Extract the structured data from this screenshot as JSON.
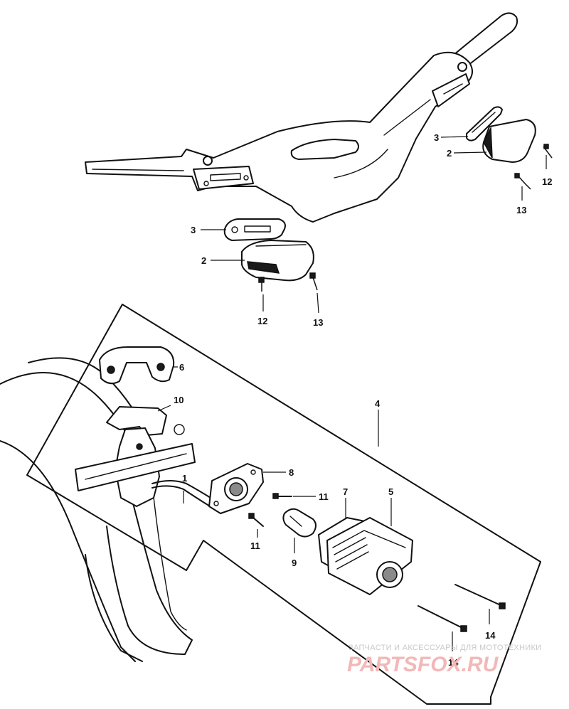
{
  "callouts": {
    "c1": "1",
    "c2a": "2",
    "c2b": "2",
    "c3a": "3",
    "c3b": "3",
    "c4": "4",
    "c5": "5",
    "c6": "6",
    "c7": "7",
    "c8": "8",
    "c9": "9",
    "c10": "10",
    "c11a": "11",
    "c11b": "11",
    "c12a": "12",
    "c12b": "12",
    "c13a": "13",
    "c13b": "13",
    "c14a": "14",
    "c14b": "14"
  },
  "watermark": {
    "tagline": "ЗАПЧАСТИ И АКСЕССУАРЫ ДЛЯ МОТОТЕХНИКИ",
    "brand": "PARTSFOX.RU"
  }
}
